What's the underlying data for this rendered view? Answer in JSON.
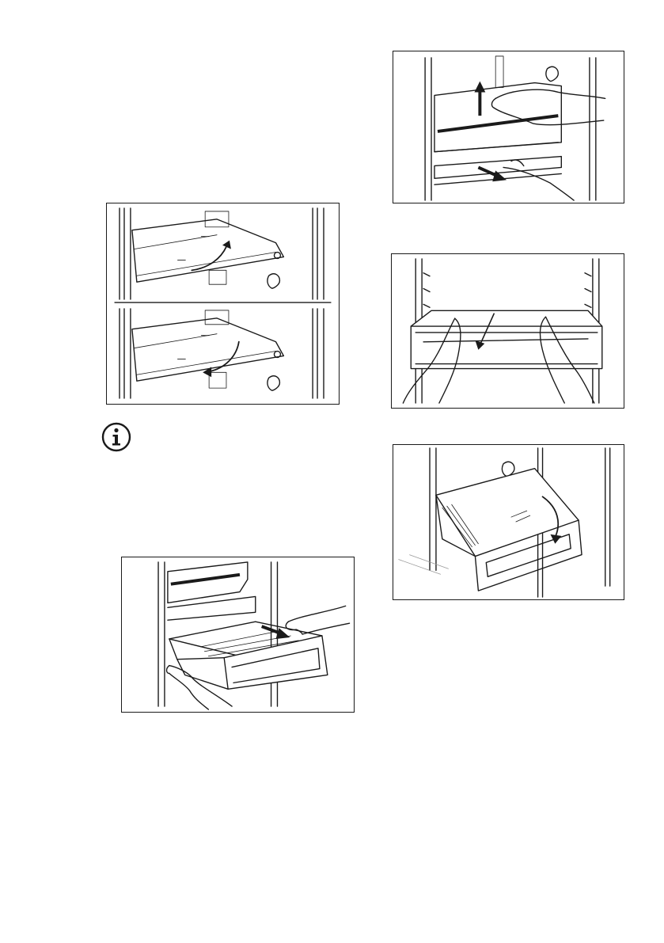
{
  "page": {
    "background": "#ffffff",
    "line_color": "#1a1a1a"
  },
  "figures": [
    {
      "id": "shelf-reposition",
      "description_icon": "shelf-icon"
    },
    {
      "id": "drawer-lift",
      "description_icon": "drawer-icon"
    },
    {
      "id": "drawer-front-remove",
      "description_icon": "drawer-icon"
    },
    {
      "id": "basket-pull-out",
      "description_icon": "basket-icon"
    },
    {
      "id": "drawer-tilt",
      "description_icon": "drawer-icon"
    }
  ],
  "info_note": {
    "icon": "info-icon"
  }
}
